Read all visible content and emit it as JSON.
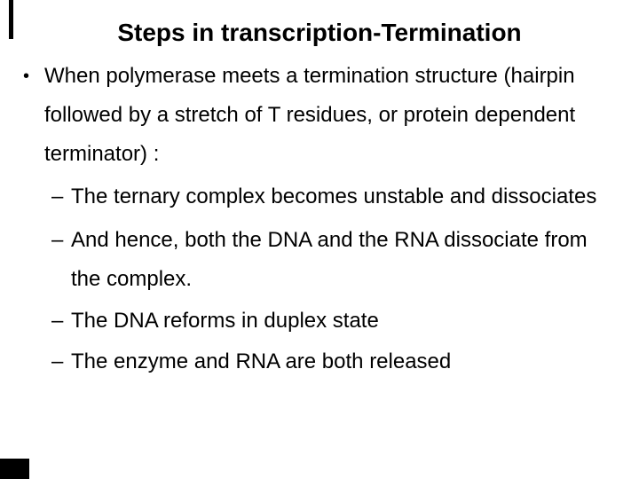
{
  "page": {
    "background_color": "#ffffff",
    "text_color": "#000000",
    "artifact_color": "#000000"
  },
  "slide": {
    "title": "Steps in transcription-Termination",
    "bullet": {
      "marker": "•",
      "lines": [
        "When polymerase meets a termination structure (hairpin",
        "followed by a stretch of T residues, or protein dependent",
        "terminator) :"
      ]
    },
    "sub_bullets": [
      {
        "marker": "–",
        "lines": [
          "The ternary complex becomes unstable and dissociates"
        ]
      },
      {
        "marker": "–",
        "lines": [
          "And hence, both the DNA and the RNA dissociate from",
          "the complex."
        ]
      },
      {
        "marker": "–",
        "lines": [
          "The DNA reforms in duplex state"
        ]
      },
      {
        "marker": "–",
        "lines": [
          "The enzyme and RNA are both released"
        ]
      }
    ]
  }
}
